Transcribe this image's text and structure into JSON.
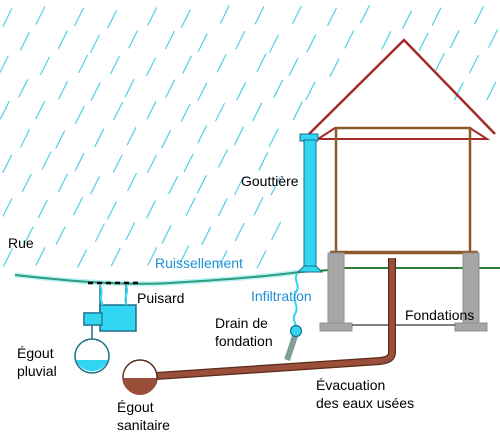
{
  "labels": {
    "rue": "Rue",
    "ruissellement": "Ruissellement",
    "gouttiere": "Gouttière",
    "puisard": "Puisard",
    "infiltration": "Infiltration",
    "drain_line1": "Drain de",
    "drain_line2": "fondation",
    "fondations": "Fondations",
    "egout_pluvial_line1": "Égout",
    "egout_pluvial_line2": "pluvial",
    "egout_sanitaire_line1": "Égout",
    "egout_sanitaire_line2": "sanitaire",
    "evacuation_line1": "Évacuation",
    "evacuation_line2": "des eaux usées"
  },
  "colors": {
    "rain": "#4fd0e8",
    "ground": "#2e7d32",
    "water": "#33d6f2",
    "water_stroke": "#1a6f8a",
    "roof": "#a52a2a",
    "wall": "#8b5a2b",
    "foundation": "#a6a6a6",
    "pipe": "#9b4f3a",
    "pipe_stroke": "#5a2a1a",
    "label_blue": "#1f8fd6"
  }
}
